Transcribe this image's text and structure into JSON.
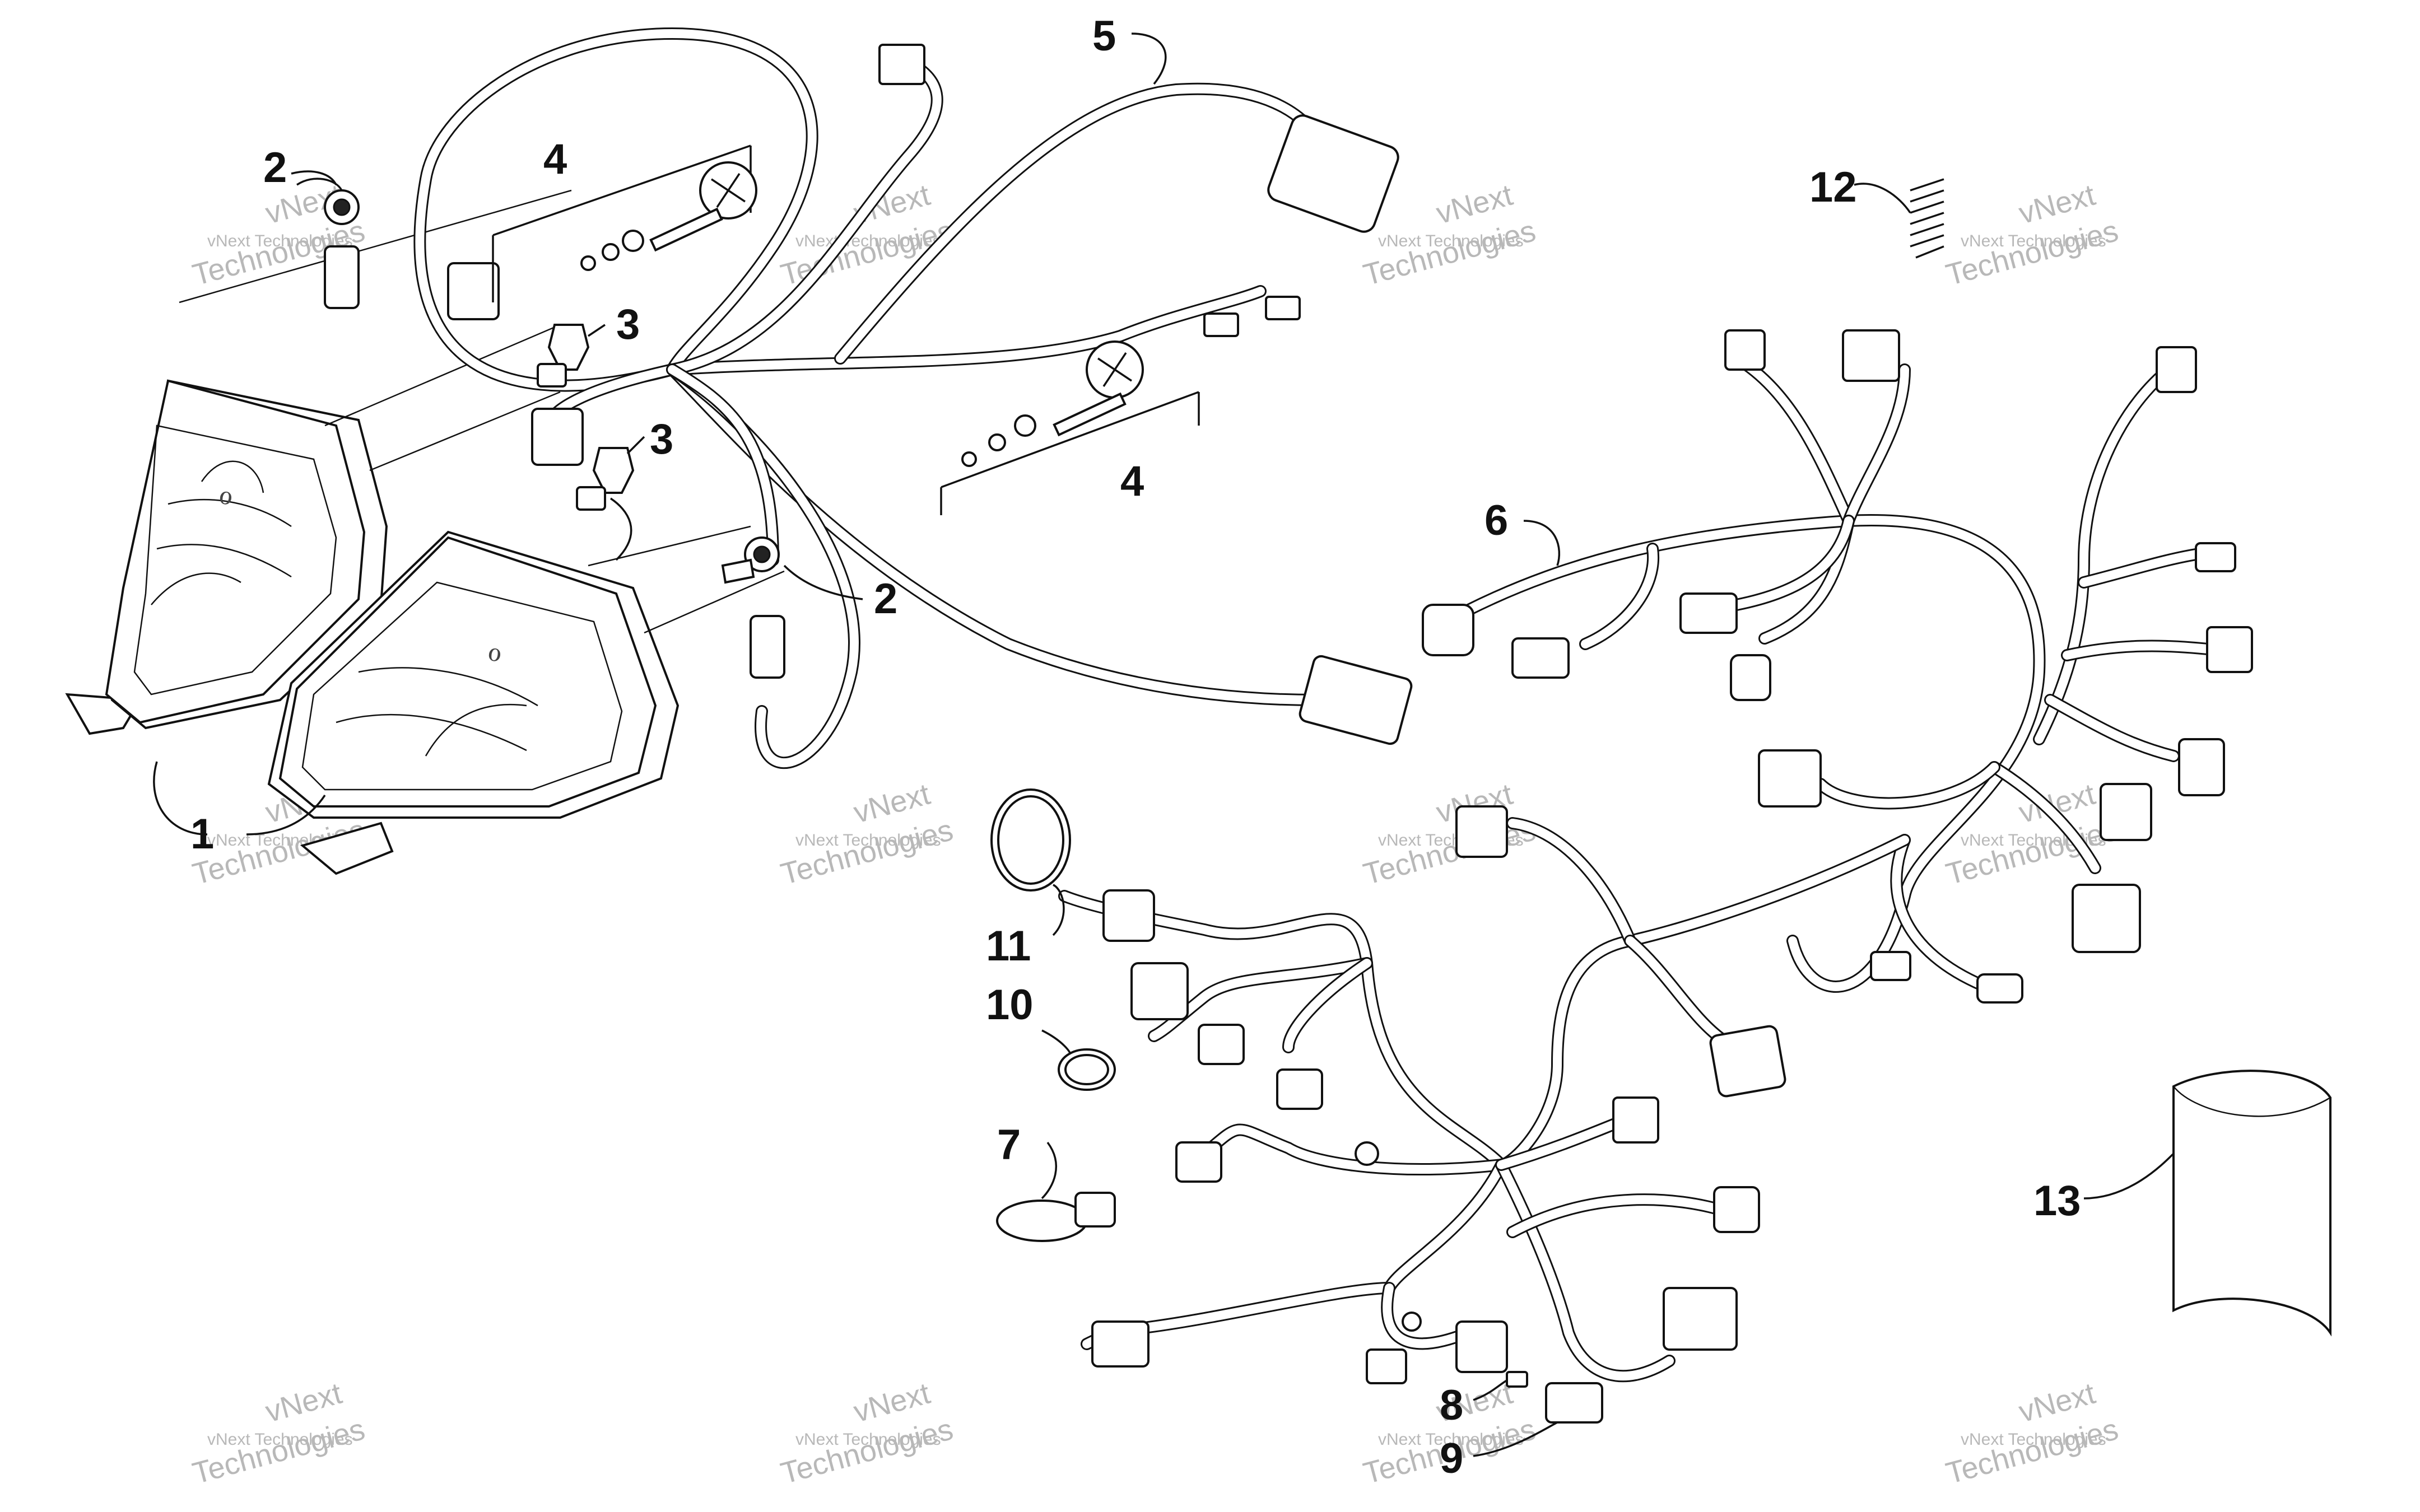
{
  "diagram": {
    "callouts": [
      {
        "id": "1",
        "label": "1"
      },
      {
        "id": "2a",
        "label": "2"
      },
      {
        "id": "2b",
        "label": "2"
      },
      {
        "id": "3a",
        "label": "3"
      },
      {
        "id": "3b",
        "label": "3"
      },
      {
        "id": "4a",
        "label": "4"
      },
      {
        "id": "4b",
        "label": "4"
      },
      {
        "id": "5",
        "label": "5"
      },
      {
        "id": "6",
        "label": "6"
      },
      {
        "id": "7",
        "label": "7"
      },
      {
        "id": "8",
        "label": "8"
      },
      {
        "id": "9",
        "label": "9"
      },
      {
        "id": "10",
        "label": "10"
      },
      {
        "id": "11",
        "label": "11"
      },
      {
        "id": "12",
        "label": "12"
      },
      {
        "id": "13",
        "label": "13"
      }
    ],
    "watermark": {
      "line1": "vNext Technologies",
      "line2": "vNext",
      "line3": "Technologies"
    }
  }
}
